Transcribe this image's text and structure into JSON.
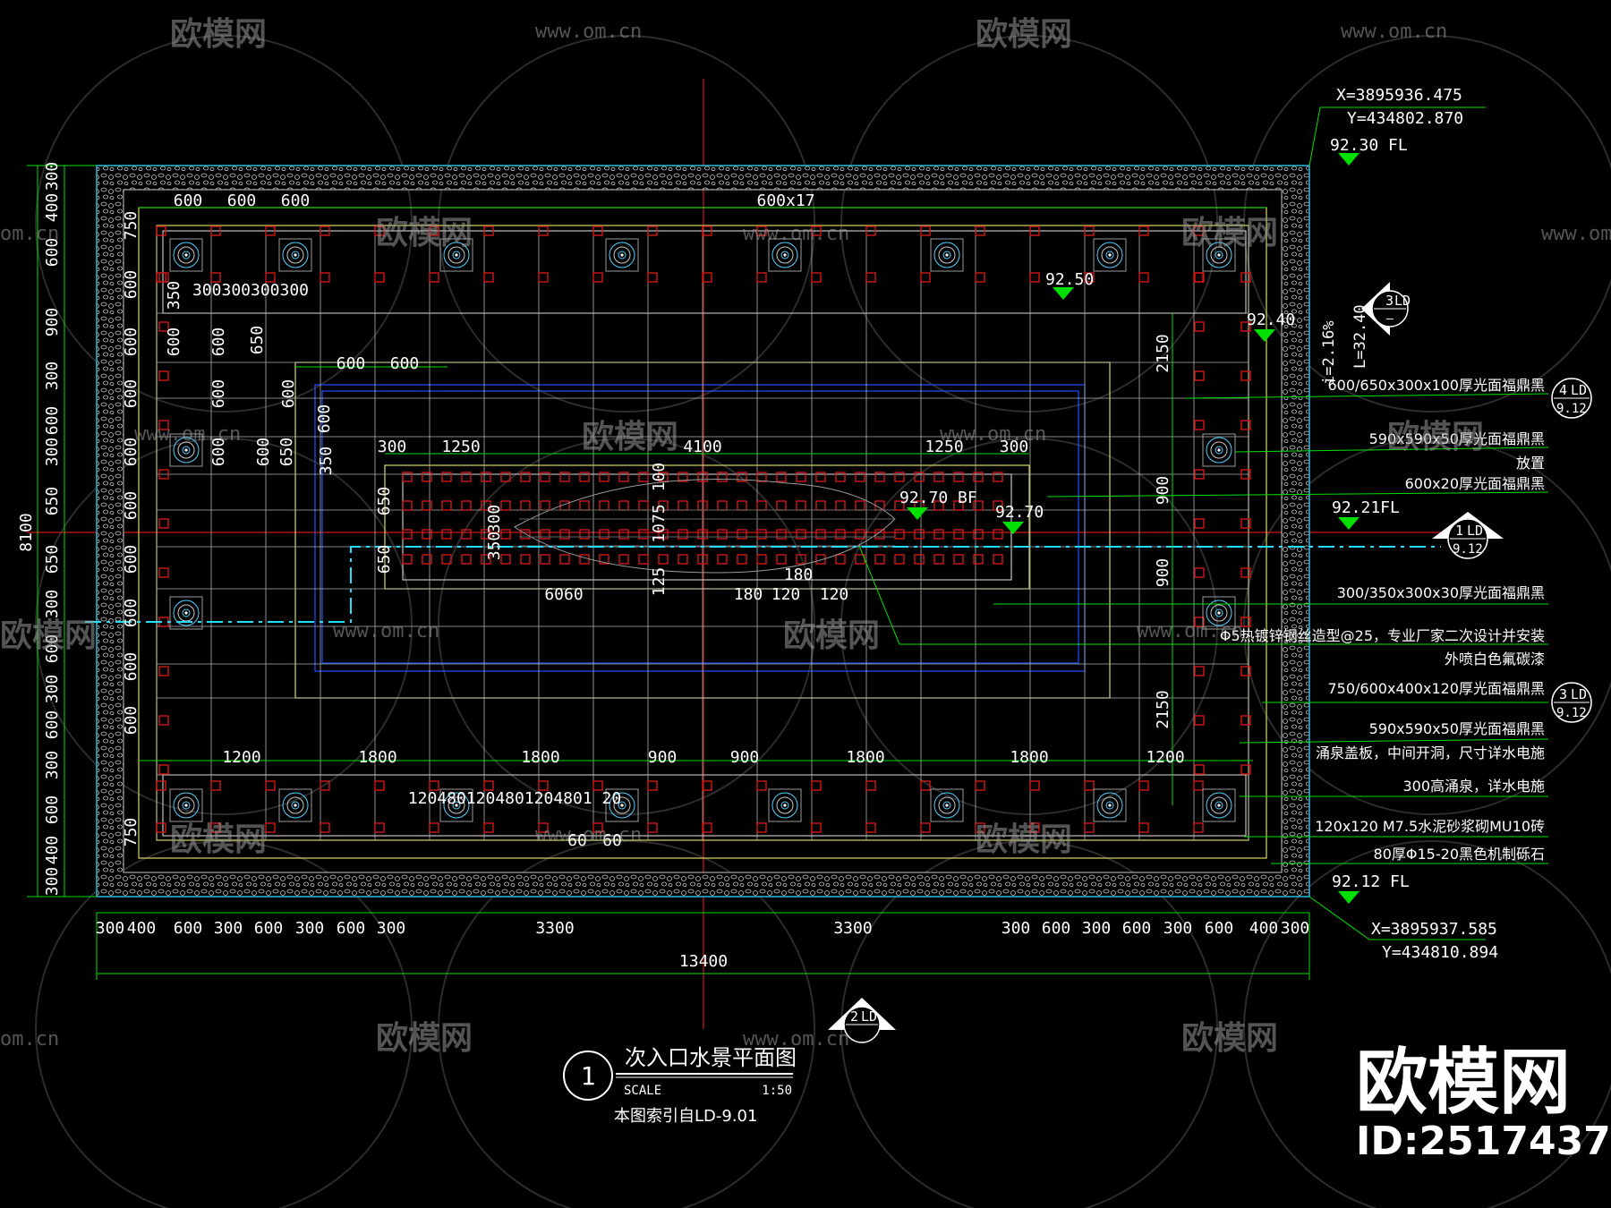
{
  "drawing": {
    "title": "次入口水景平面图",
    "number": "1",
    "scale_label": "SCALE",
    "scale_value": "1:50",
    "reference": "本图索引自LD-9.01"
  },
  "coordinates": {
    "top_x": "X=3895936.475",
    "top_y": "Y=434802.870",
    "bottom_x": "X=3895937.585",
    "bottom_y": "Y=434810.894"
  },
  "levels": {
    "top_right": "92.30 FL",
    "inner_a": "92.50",
    "inner_b": "92.40",
    "inner_c": "92.70 BF",
    "inner_d": "92.70",
    "right_mid": "92.21FL",
    "bottom_right": "92.12 FL",
    "slope_a": "i=2.16%",
    "slope_b": "L=32.40"
  },
  "callouts": [
    "600/650x300x100厚光面福鼎黑",
    "590x590x50厚光面福鼎黑",
    "放置",
    "600x20厚光面福鼎黑",
    "300/350x300x30厚光面福鼎黑",
    "Φ5热镀锌钢丝造型@25，专业厂家二次设计并安装",
    "外喷白色氟碳漆",
    "750/600x400x120厚光面福鼎黑",
    "590x590x50厚光面福鼎黑",
    "涌泉盖板，中间开洞，尺寸详水电施",
    "300高涌泉，详水电施",
    "120x120 M7.5水泥砂浆砌MU10砖",
    "80厚Φ15-20黑色机制砾石"
  ],
  "section_marks": [
    {
      "num": "3",
      "sheet": "LD",
      "ref": "—"
    },
    {
      "num": "4",
      "sheet": "LD",
      "ref": "9.12"
    },
    {
      "num": "1",
      "sheet": "LD",
      "ref": "9.12"
    },
    {
      "num": "3",
      "sheet": "LD",
      "ref": "9.12"
    },
    {
      "num": "2",
      "sheet": "LD",
      "ref": ""
    }
  ],
  "dims": {
    "top_row": [
      "600",
      "600",
      "600",
      "600x17"
    ],
    "top_small": "300300300300",
    "inner_600a": "600",
    "inner_600b": "600",
    "pool_row": [
      "300",
      "1250",
      "4100",
      "1250",
      "300"
    ],
    "bottom_inner": [
      "1200",
      "1800",
      "1800",
      "900",
      "900",
      "1800",
      "1800",
      "1200"
    ],
    "bottom_small": "1204801204801204801 20",
    "sixty": [
      "60",
      "60"
    ],
    "mid_small": [
      "6060",
      "180",
      "120",
      "180",
      "120"
    ],
    "bottom_row": [
      "300",
      "400",
      "600",
      "300",
      "600",
      "300",
      "600",
      "300",
      "3300",
      "3300",
      "300",
      "600",
      "300",
      "600",
      "300",
      "600",
      "400",
      "300"
    ],
    "total_width": "13400",
    "total_height": "8100",
    "left_col": [
      "300",
      "400",
      "600",
      "900",
      "300",
      "600",
      "300",
      "650",
      "650",
      "300",
      "600",
      "300",
      "600",
      "300",
      "600",
      "400",
      "300"
    ],
    "left_inner": [
      "750",
      "600",
      "600",
      "600",
      "600",
      "600",
      "600",
      "600",
      "600",
      "600",
      "750"
    ],
    "left_inner2": [
      "350",
      "600",
      "600",
      "600",
      "600"
    ],
    "left_inner3": [
      "600",
      "650",
      "600",
      "650",
      "600",
      "350"
    ],
    "right_col": [
      "2150",
      "900",
      "900",
      "2150"
    ],
    "pool_vert": [
      "650",
      "650",
      "350",
      "300",
      "100",
      "1075",
      "125"
    ]
  },
  "watermark": {
    "site": "欧模网",
    "url": "www.om.cn",
    "url_short": "om.cn",
    "id": "ID:2517437"
  }
}
